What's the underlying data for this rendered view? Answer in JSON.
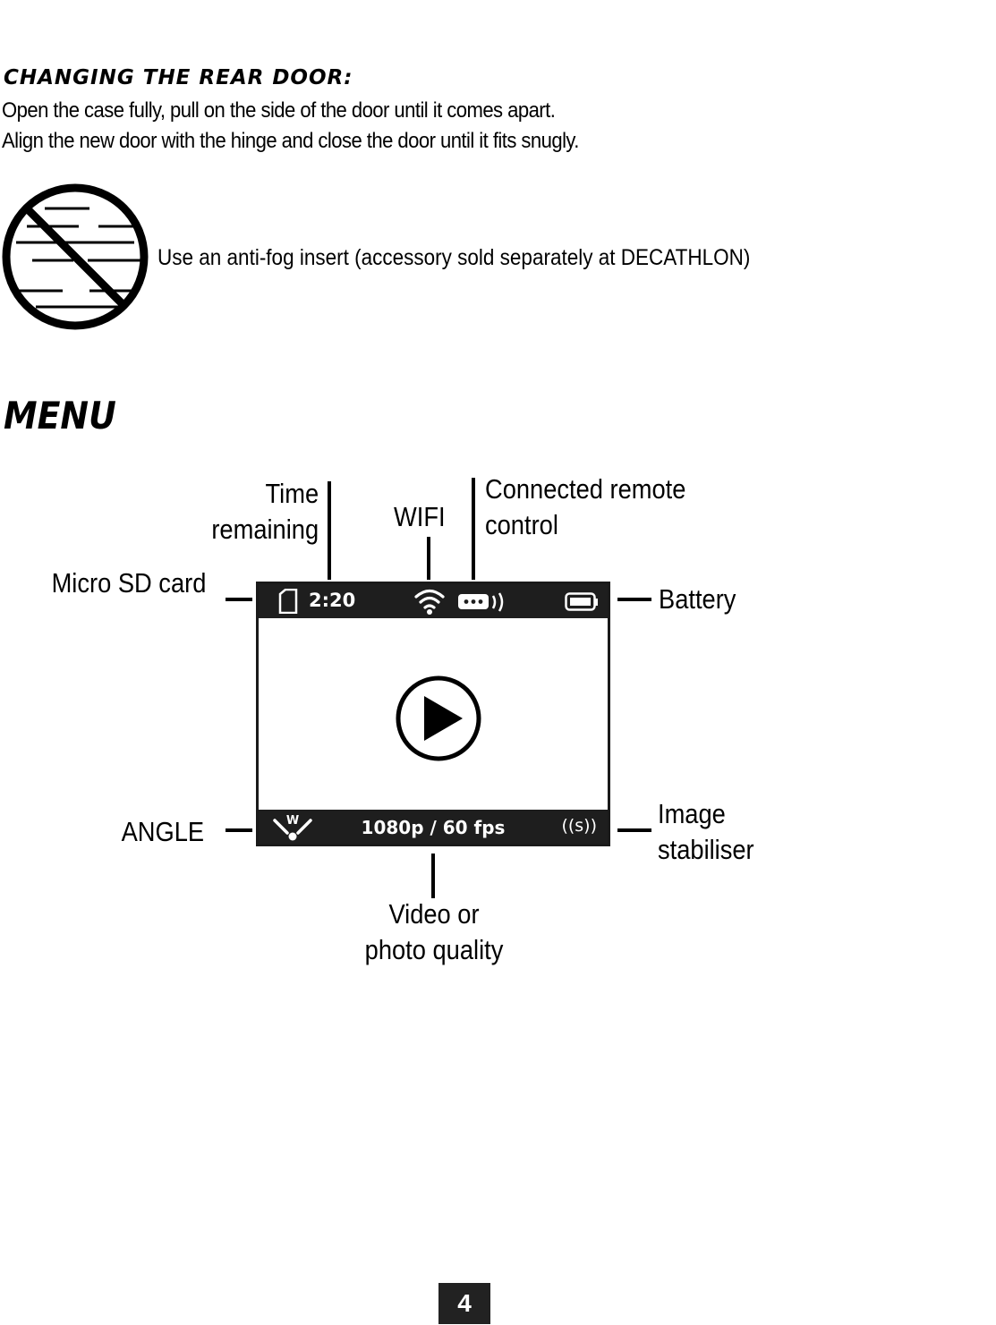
{
  "rear_door": {
    "heading": "CHANGING THE REAR DOOR:",
    "line1": "Open the case fully, pull on the side of the door until it comes apart.",
    "line2": "Align the new door with the hinge and close the door until it fits snugly."
  },
  "anti_fog": {
    "icon": "no-fog-icon",
    "text": "Use an anti-fog insert (accessory sold separately at DECATHLON)"
  },
  "menu": {
    "title": "MENU",
    "callouts": {
      "time_remaining_1": "Time",
      "time_remaining_2": "remaining",
      "wifi": "WIFI",
      "remote_1": "Connected remote",
      "remote_2": "control",
      "micro_sd": "Micro SD card",
      "battery": "Battery",
      "angle": "ANGLE",
      "stabiliser_1": "Image",
      "stabiliser_2": "stabiliser",
      "quality_1": "Video or",
      "quality_2": "photo quality"
    },
    "screen": {
      "time": "2:20",
      "quality": "1080p / 60 fps",
      "stabiliser_symbol": "((s))",
      "angle_letter": "W"
    }
  },
  "page_number": "4"
}
